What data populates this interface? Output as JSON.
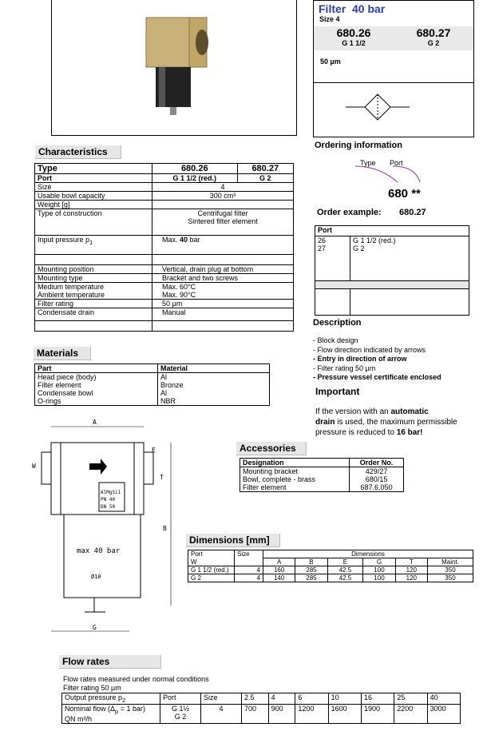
{
  "header": {
    "title": "Filter  40 bar",
    "size": "Size 4",
    "code1": "680.26",
    "port1": "G 1 1/2",
    "code2": "680.27",
    "port2": "G 2",
    "rating": "50 µm"
  },
  "characteristics": {
    "heading": "Characteristics",
    "col_type": "Type",
    "col_a": "680.26",
    "col_b": "680.27",
    "rows": [
      {
        "label": "Port",
        "a": "G 1 1/2 (red.)",
        "b": "G 2"
      },
      {
        "label": "Size",
        "v": "4"
      },
      {
        "label": "Usable bowl capacity",
        "v": "300 cm³"
      },
      {
        "label": "Weight [g]",
        "v": ""
      },
      {
        "label": "Type of construction",
        "v": "Centrifugal filter",
        "v2": "Sintered filter element"
      },
      {
        "label": "Input pressure p",
        "v": "Max. ",
        "vb": "40",
        "vc": " bar"
      },
      {
        "label": "Mounting position",
        "v": "Vertical, drain plug at bottom"
      },
      {
        "label": "Mounting type",
        "v": "Bracket and two screws"
      },
      {
        "label": "Medium temperature",
        "v": "Max. 60°C"
      },
      {
        "label": "Ambient temperature",
        "v": "Max. 90°C"
      },
      {
        "label": "Filter rating",
        "v": "50 µm"
      },
      {
        "label": "Condensate drain",
        "v": "Manual"
      }
    ]
  },
  "materials": {
    "heading": "Materials",
    "col_part": "Part",
    "col_material": "Material",
    "rows": [
      [
        "Head piece (body)",
        "Al"
      ],
      [
        "Filter element",
        "Bronze"
      ],
      [
        "Condensate bowl",
        "Al"
      ],
      [
        "O-rings",
        "NBR"
      ]
    ]
  },
  "ordering": {
    "heading": "Ordering information",
    "type_label": "Type",
    "port_label": "Port",
    "code": "680 **",
    "example_label": "Order example:",
    "example_value": "680.27",
    "port_header": "Port",
    "ports": [
      [
        "26",
        "G 1 1/2 (red.)"
      ],
      [
        "27",
        "G 2"
      ]
    ]
  },
  "description": {
    "heading": "Description",
    "items": [
      "- Block design",
      "- Flow direction indicated by arrows",
      "- Entry in direction of arrow",
      "- Filter rating 50 µm",
      "- Pressure vessel certificate enclosed"
    ]
  },
  "important": {
    "heading": "Important",
    "t1": "If the version with an ",
    "t1b": "automatic",
    "t2": "drain",
    "t2b": " is used, the maximum permissible",
    "t3": "pressure is reduced to ",
    "t3b": "16 bar!"
  },
  "accessories": {
    "heading": "Accessories",
    "col_designation": "Designation",
    "col_order": "Order No.",
    "rows": [
      [
        "Mounting bracket",
        "429/27"
      ],
      [
        "Bowl, complete - brass",
        "680/15"
      ],
      [
        "Filter element",
        "687.6.050"
      ]
    ]
  },
  "dimensions": {
    "heading": "Dimensions [mm]",
    "col_port": "Port",
    "col_w": "W",
    "col_size": "Size",
    "col_dims": "Dimensions",
    "cols": [
      "A",
      "B",
      "E",
      "G",
      "T",
      "Maint."
    ],
    "rows": [
      [
        "G 1 1/2 (red.)",
        "4",
        "160",
        "285",
        "42.5",
        "100",
        "120",
        "350"
      ],
      [
        "G 2",
        "4",
        "140",
        "285",
        "42.5",
        "100",
        "120",
        "350"
      ]
    ]
  },
  "drawing": {
    "labels": [
      "A",
      "B",
      "E",
      "T",
      "W",
      "G"
    ],
    "plate1": "AlMgSi1",
    "plate2": "PN  40",
    "plate3": "DN  50",
    "max": "max 40 bar",
    "dia": "Ø10"
  },
  "flow": {
    "heading": "Flow rates",
    "note1": "Flow rates measured under normal conditions",
    "note2": "Filter rating 50 µm",
    "row1": [
      "Output pressure p",
      "Port",
      "Size",
      "2.5",
      "4",
      "6",
      "10",
      "16",
      "25",
      "40"
    ],
    "row2_label": "Nominal flow (Δ",
    "row2_label2": " = 1 bar)",
    "row2_label3": "QN  m³/h",
    "ports": [
      "G 1½",
      "G 2"
    ],
    "size": "4",
    "values": [
      "700",
      "900",
      "1200",
      "1600",
      "1900",
      "2200",
      "3000"
    ]
  }
}
